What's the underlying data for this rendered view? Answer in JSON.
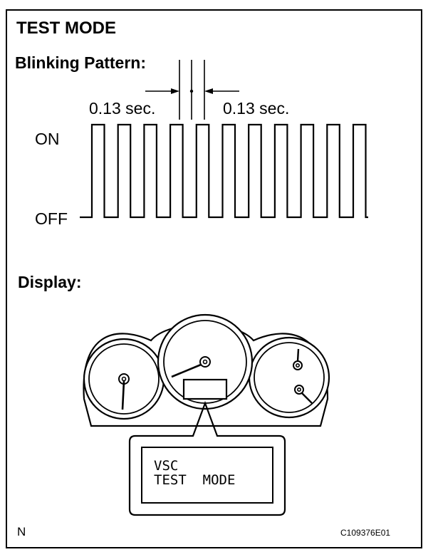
{
  "title": "TEST MODE",
  "blinking": {
    "heading": "Blinking Pattern:",
    "on_label": "ON",
    "off_label": "OFF",
    "interval_left": "0.13 sec.",
    "interval_right": "0.13 sec.",
    "pulse_count": 11
  },
  "display": {
    "heading": "Display:",
    "lcd_line_1": "VSC",
    "lcd_line_2": "TEST  MODE"
  },
  "footer": {
    "corner_letter": "N",
    "reference_code": "C109376E01"
  }
}
